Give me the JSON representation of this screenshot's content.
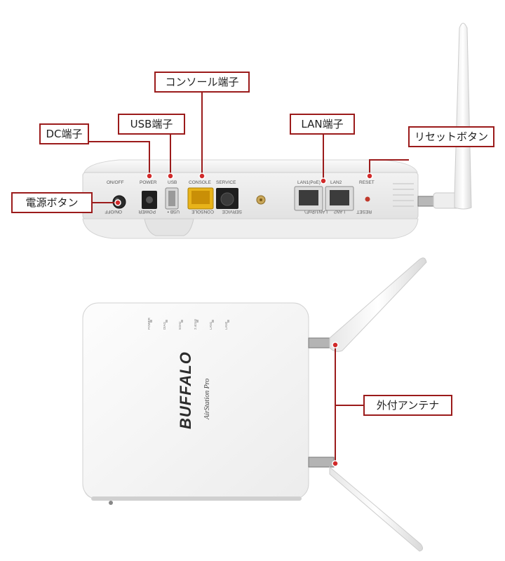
{
  "rear_panel": {
    "port_labels": {
      "on_off": "ON/OFF",
      "power": "POWER",
      "usb": "USB",
      "console": "CONSOLE",
      "service": "SERVICE",
      "lan1": "LAN1(PoE)",
      "lan2": "LAN2",
      "reset": "RESET"
    },
    "port_labels_lower": {
      "on_off": "ON/OFF",
      "power": "POWER",
      "usb": "USB •",
      "console": "CONSOLE",
      "service": "SERVICE",
      "lan1": "LAN1(PoE)",
      "lan2": "LAN2",
      "reset": "RESET"
    }
  },
  "front_panel": {
    "brand": "BUFFALO",
    "sub_brand": "AirStation Pro",
    "led_labels": [
      "POWER",
      "DIAG",
      "5GHz",
      "2.4GHz",
      "LAN1",
      "LAN2"
    ]
  },
  "callouts": {
    "power_button": "電源ボタン",
    "dc_port": "DC端子",
    "usb_port": "USB端子",
    "console_port": "コンソール端子",
    "lan_port": "LAN端子",
    "reset_button": "リセットボタン",
    "external_antenna": "外付アンテナ"
  },
  "colors": {
    "callout_border": "#9b1b1b",
    "callout_dot": "#d12a2a",
    "console_port": "#e8b319",
    "device_body": "#f4f4f4"
  }
}
